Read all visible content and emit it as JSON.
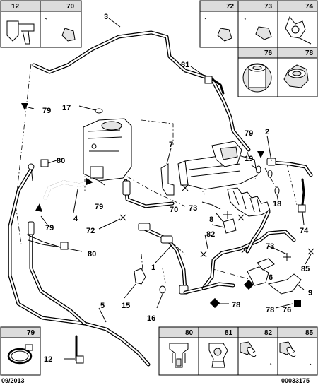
{
  "header_parts": [
    {
      "ref": "12",
      "icon": "clip-icon"
    },
    {
      "ref": "70",
      "icon": "bolt-icon"
    },
    {
      "ref": "72",
      "icon": "bolt-icon"
    },
    {
      "ref": "73",
      "icon": "bolt-icon"
    },
    {
      "ref": "74",
      "icon": "clip-icon"
    },
    {
      "ref": "76",
      "icon": "nut-icon"
    },
    {
      "ref": "78",
      "icon": "nut-icon"
    }
  ],
  "footer_parts": [
    {
      "ref": "79",
      "icon": "hose-clamp-icon"
    },
    {
      "ref": "80",
      "icon": "bracket-clip-icon"
    },
    {
      "ref": "81",
      "icon": "pipe-clip-icon"
    },
    {
      "ref": "82",
      "icon": "flange-bolt-icon"
    },
    {
      "ref": "85",
      "icon": "flange-bolt-icon"
    }
  ],
  "callouts": {
    "c3": "3",
    "c81": "81",
    "c17": "17",
    "c79a": "79",
    "c80a": "80",
    "c79b": "79",
    "c79c": "79",
    "c2": "2",
    "c19": "19",
    "c7": "7",
    "c4": "4",
    "c70": "70",
    "c73a": "73",
    "c79d": "79",
    "c18": "18",
    "c72": "72",
    "c8": "8",
    "c74": "74",
    "c82": "82",
    "c80b": "80",
    "c1": "1",
    "c73b": "73",
    "c85": "85",
    "c6": "6",
    "c9": "9",
    "c15": "15",
    "c16": "16",
    "c5": "5",
    "c78a": "78",
    "c78b": "78",
    "c76": "76",
    "c12": "12"
  },
  "footer": {
    "date": "09/2013",
    "ref_code": "00033175"
  }
}
